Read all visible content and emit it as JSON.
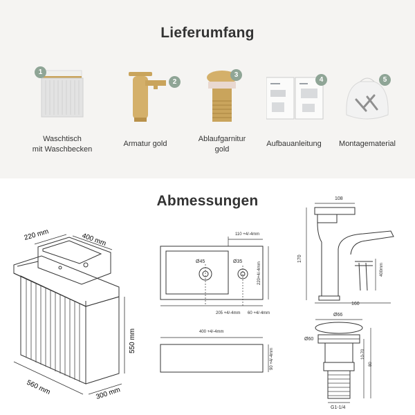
{
  "sections": {
    "scope_title": "Lieferumfang",
    "dims_title": "Abmessungen"
  },
  "items": [
    {
      "num": "1",
      "line1": "Waschtisch",
      "line2": "mit Waschbecken",
      "icon": "vanity-cabinet-icon"
    },
    {
      "num": "2",
      "line1": "Armatur gold",
      "line2": "",
      "icon": "faucet-icon"
    },
    {
      "num": "3",
      "line1": "Ablaufgarnitur",
      "line2": "gold",
      "icon": "drain-plug-icon"
    },
    {
      "num": "4",
      "line1": "Aufbauanleitung",
      "line2": "",
      "icon": "manual-icon"
    },
    {
      "num": "5",
      "line1": "Montagematerial",
      "line2": "",
      "icon": "hardware-bag-icon"
    }
  ],
  "cabinet_dims": {
    "basin_depth": "220 mm",
    "basin_width": "400 mm",
    "height": "550 mm",
    "width": "560 mm",
    "depth": "300 mm"
  },
  "basin_top": {
    "overall": "110 +4/-4mm",
    "hole1": "Ø45",
    "hole2": "Ø35",
    "height": "220+4/-4mm",
    "left": "205 +4/-4mm",
    "right": "60 +4/-4mm"
  },
  "basin_front": {
    "width": "400 +4/-4mm",
    "height": "90 +4/-4mm"
  },
  "faucet_dims": {
    "top": "108",
    "height": "170",
    "hose": "400mm",
    "base": "160"
  },
  "drain_dims": {
    "top": "Ø66",
    "mid": "Ø60",
    "range": "10-70",
    "total": "80",
    "thread": "G1-1/4"
  },
  "colors": {
    "badge": "#8fa596",
    "gold": "#c9a45c",
    "line": "#333333",
    "panel": "#f5f4f2"
  }
}
